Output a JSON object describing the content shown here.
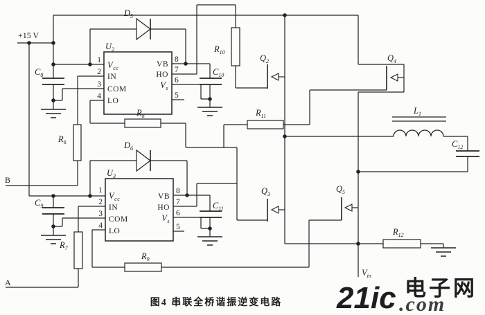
{
  "supply": {
    "rail_label": "+15 V"
  },
  "inputs": {
    "input_b": "B",
    "input_a": "A"
  },
  "labels": {
    "u2": {
      "t": "U",
      "s": "2"
    },
    "u3": {
      "t": "U",
      "s": "3"
    },
    "d5": {
      "t": "D",
      "s": "5"
    },
    "d6": {
      "t": "D",
      "s": "6"
    },
    "r6": {
      "t": "R",
      "s": "6"
    },
    "r7": {
      "t": "R",
      "s": "7"
    },
    "r8": {
      "t": "R",
      "s": "8"
    },
    "r9": {
      "t": "R",
      "s": "9"
    },
    "r10": {
      "t": "R",
      "s": "10"
    },
    "r11": {
      "t": "R",
      "s": "11"
    },
    "r12": {
      "t": "R",
      "s": "12"
    },
    "c8": {
      "t": "C",
      "s": "8"
    },
    "c9": {
      "t": "C",
      "s": "9"
    },
    "c10": {
      "t": "C",
      "s": "10"
    },
    "c11": {
      "t": "C",
      "s": "11"
    },
    "c12": {
      "t": "C",
      "s": "12"
    },
    "l1": {
      "t": "L",
      "s": "1"
    },
    "q2": {
      "t": "Q",
      "s": "2"
    },
    "q3": {
      "t": "Q",
      "s": "3"
    },
    "q4": {
      "t": "Q",
      "s": "4"
    },
    "q5": {
      "t": "Q",
      "s": "5"
    },
    "v_in": {
      "t": "V",
      "s": "in"
    }
  },
  "ic_pins": {
    "left": [
      {
        "num": "1",
        "label_t": "V",
        "label_s": "cc"
      },
      {
        "num": "2",
        "label_t": "IN"
      },
      {
        "num": "3",
        "label_t": "COM"
      },
      {
        "num": "4",
        "label_t": "LO"
      }
    ],
    "right": [
      {
        "num": "8",
        "label_t": "VB"
      },
      {
        "num": "7",
        "label_t": "HO"
      },
      {
        "num": "6",
        "label_t": "V",
        "label_s": "s"
      },
      {
        "num": "5",
        "label_t": ""
      }
    ]
  },
  "caption": "图4  串联全桥谐振逆变电路",
  "watermark": {
    "brand": "21ic",
    "suffix": ".com",
    "site": "电子网",
    "brand_color": "#d9534f",
    "site_color": "#3b3e9b"
  }
}
